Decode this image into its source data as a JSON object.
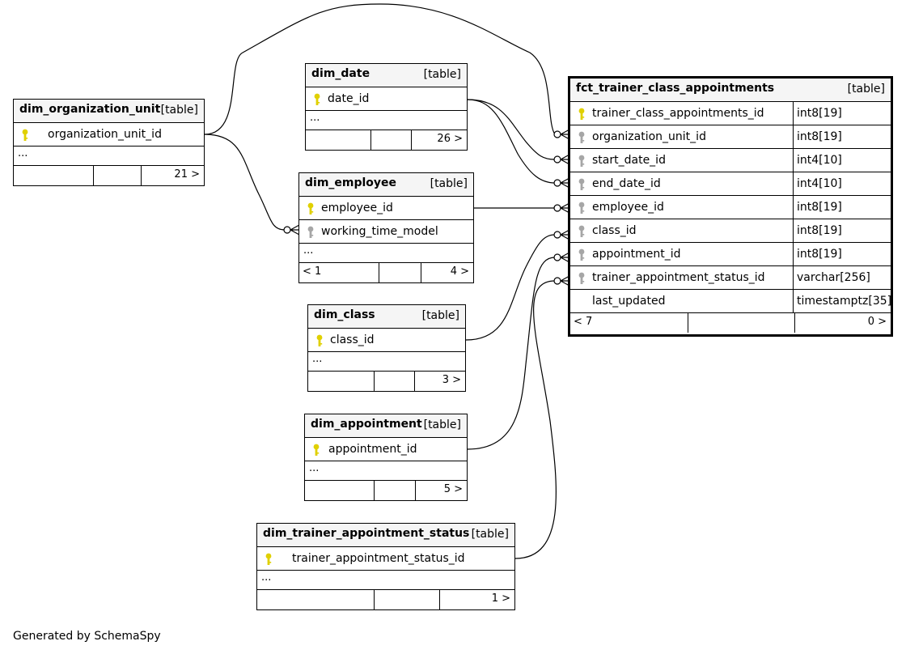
{
  "footer": "Generated by SchemaSpy",
  "colors": {
    "primary_key": "#e0d000",
    "foreign_key": "#a6a6a6",
    "header_bg": "#f5f5f5"
  },
  "tables": {
    "fct": {
      "name": "fct_trainer_class_appointments",
      "type": "[table]",
      "columns": [
        {
          "name": "trainer_class_appointments_id",
          "type": "int8[19]",
          "key": "primary"
        },
        {
          "name": "organization_unit_id",
          "type": "int8[19]",
          "key": "foreign"
        },
        {
          "name": "start_date_id",
          "type": "int4[10]",
          "key": "foreign"
        },
        {
          "name": "end_date_id",
          "type": "int4[10]",
          "key": "foreign"
        },
        {
          "name": "employee_id",
          "type": "int8[19]",
          "key": "foreign"
        },
        {
          "name": "class_id",
          "type": "int8[19]",
          "key": "foreign"
        },
        {
          "name": "appointment_id",
          "type": "int8[19]",
          "key": "foreign"
        },
        {
          "name": "trainer_appointment_status_id",
          "type": "varchar[256]",
          "key": "foreign"
        },
        {
          "name": "last_updated",
          "type": "timestamptz[35]",
          "key": "none"
        }
      ],
      "footer": {
        "parents": "< 7",
        "children": "0 >"
      }
    },
    "org": {
      "name": "dim_organization_unit",
      "type": "[table]",
      "columns": [
        {
          "name": "organization_unit_id",
          "key": "primary"
        }
      ],
      "ellipsis": "...",
      "footer": {
        "parents": "",
        "children": "21 >"
      }
    },
    "date": {
      "name": "dim_date",
      "type": "[table]",
      "columns": [
        {
          "name": "date_id",
          "key": "primary"
        }
      ],
      "ellipsis": "...",
      "footer": {
        "parents": "",
        "children": "26 >"
      }
    },
    "employee": {
      "name": "dim_employee",
      "type": "[table]",
      "columns": [
        {
          "name": "employee_id",
          "key": "primary"
        },
        {
          "name": "working_time_model",
          "key": "foreign"
        }
      ],
      "ellipsis": "...",
      "footer": {
        "parents": "< 1",
        "children": "4 >"
      }
    },
    "class": {
      "name": "dim_class",
      "type": "[table]",
      "columns": [
        {
          "name": "class_id",
          "key": "primary"
        }
      ],
      "ellipsis": "...",
      "footer": {
        "parents": "",
        "children": "3 >"
      }
    },
    "appointment": {
      "name": "dim_appointment",
      "type": "[table]",
      "columns": [
        {
          "name": "appointment_id",
          "key": "primary"
        }
      ],
      "ellipsis": "...",
      "footer": {
        "parents": "",
        "children": "5 >"
      }
    },
    "status": {
      "name": "dim_trainer_appointment_status",
      "type": "[table]",
      "columns": [
        {
          "name": "trainer_appointment_status_id",
          "key": "primary"
        }
      ],
      "ellipsis": "...",
      "footer": {
        "parents": "",
        "children": "1 >"
      }
    }
  }
}
